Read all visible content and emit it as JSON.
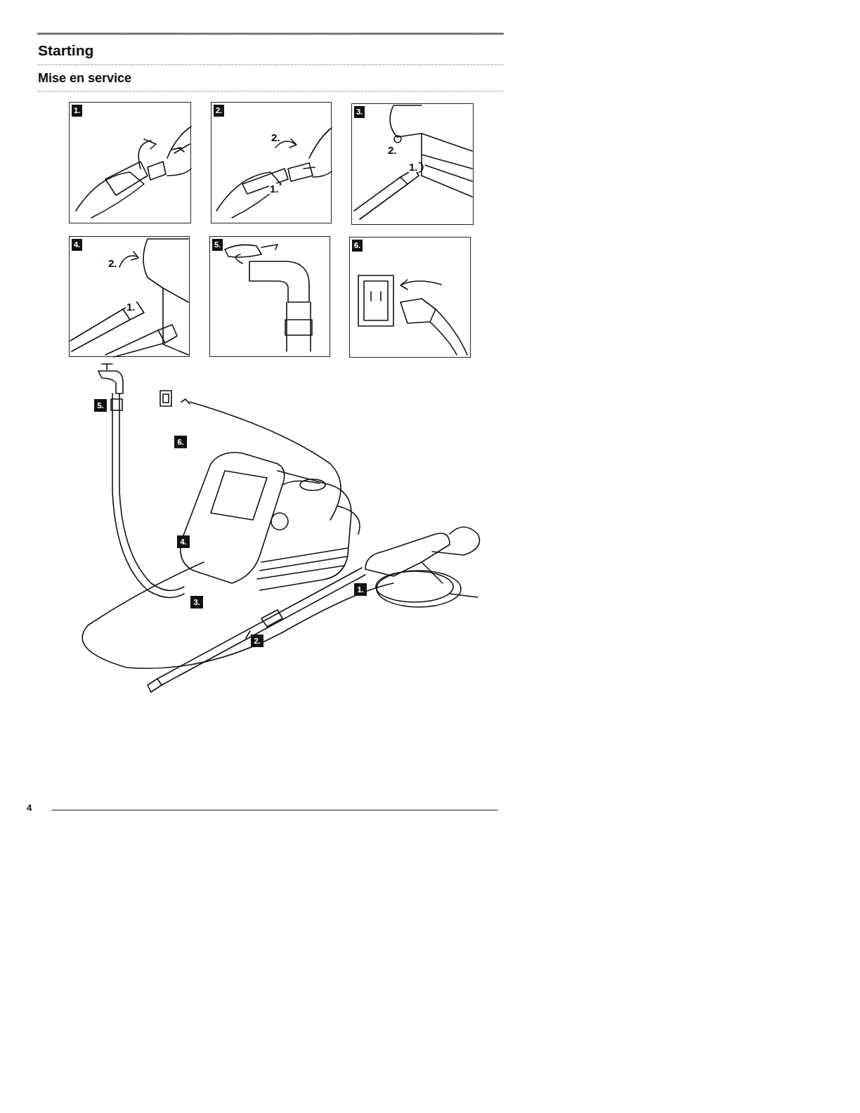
{
  "diagram": {
    "title": "Starting",
    "nodes": [
      {
        "text": [
          "1."
        ]
      },
      {
        "text": [
          "2.",
          "2.",
          "1."
        ]
      },
      {
        "text": [
          "3.",
          "2.",
          "1."
        ]
      },
      {
        "text": [
          "4.",
          "2.",
          "1."
        ]
      },
      {
        "text": [
          "5."
        ]
      },
      {
        "text": [
          "6."
        ]
      },
      {
        "text": [
          "5."
        ]
      },
      {
        "text": [
          "6."
        ]
      },
      {
        "text": [
          "4."
        ]
      },
      {
        "text": [
          "3."
        ]
      },
      {
        "text": [
          "1."
        ]
      },
      {
        "text": [
          "2."
        ]
      }
    ],
    "labels": [
      "Mise en service",
      "4"
    ]
  }
}
